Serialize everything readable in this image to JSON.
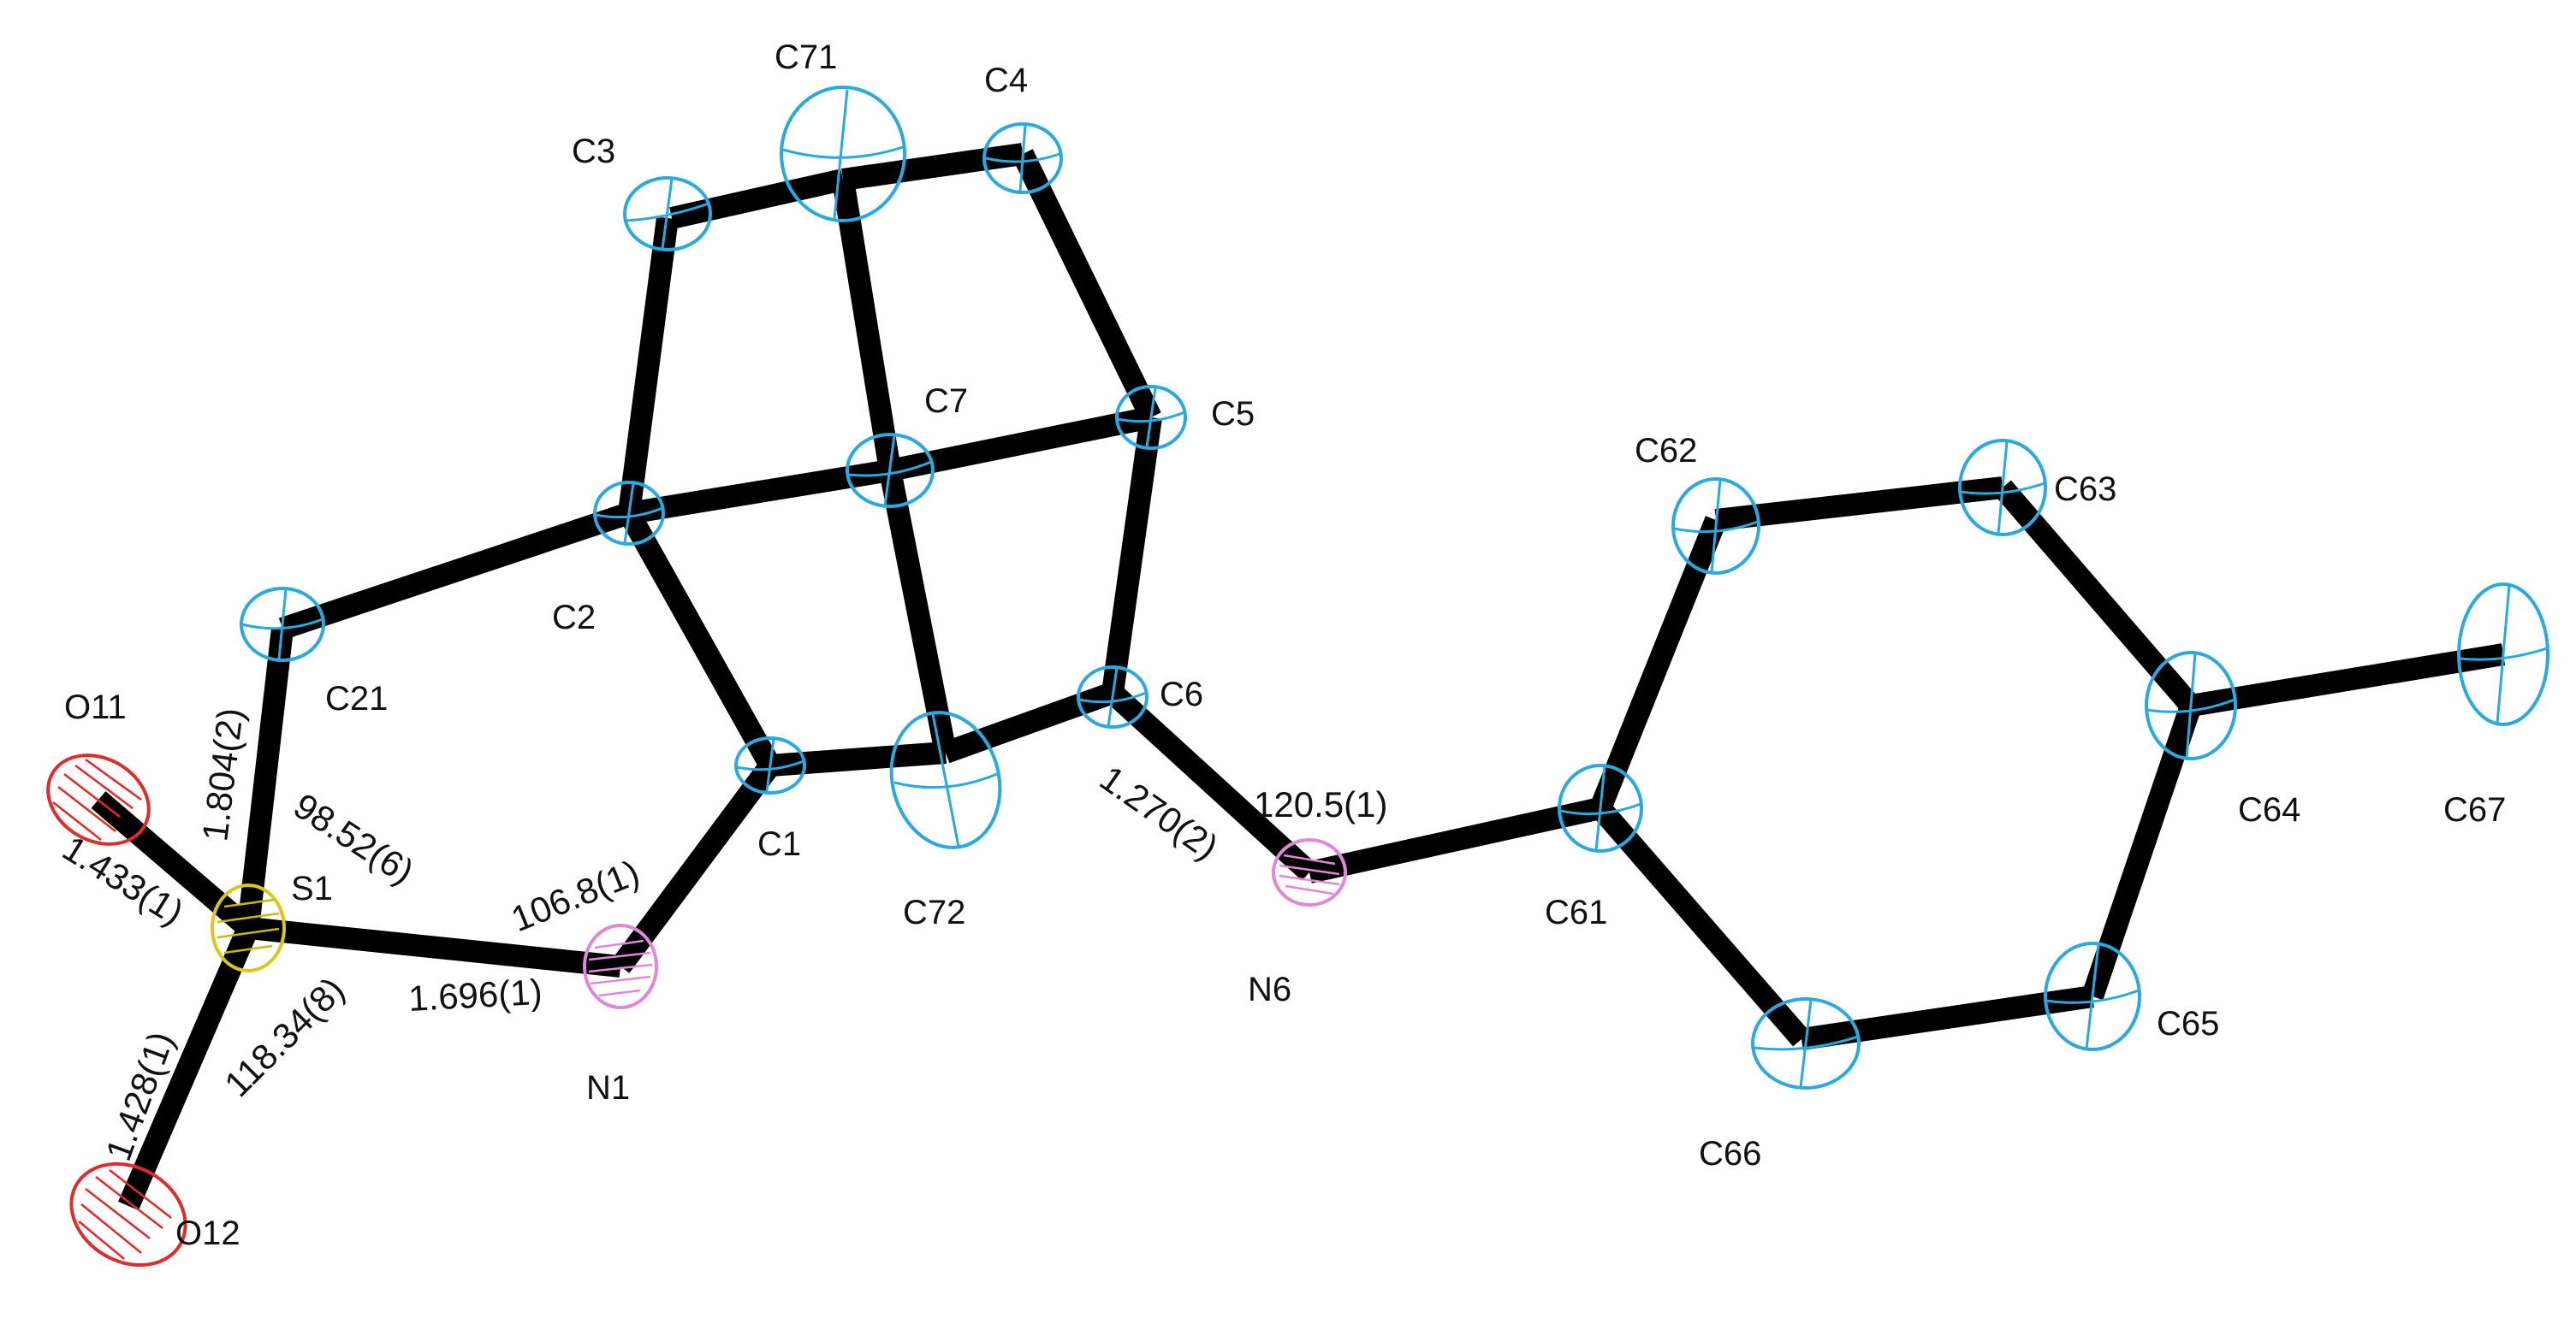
{
  "colors": {
    "carbon": "#2aa9e0",
    "nitrogen": "#e088d8",
    "oxygen": "#e02b2b",
    "sulfur": "#e6dc1f",
    "sulfur_fill": "#ffff55",
    "bond": "#000000"
  },
  "atoms": {
    "C71": "C71",
    "C4": "C4",
    "C3": "C3",
    "C7": "C7",
    "C5": "C5",
    "C2": "C2",
    "C21": "C21",
    "C1": "C1",
    "C72": "C72",
    "C6": "C6",
    "C62": "C62",
    "C63": "C63",
    "C64": "C64",
    "C67": "C67",
    "C61": "C61",
    "C65": "C65",
    "C66": "C66",
    "N6": "N6",
    "N1": "N1",
    "S1": "S1",
    "O11": "O11",
    "O12": "O12"
  },
  "measurements": {
    "bond_C21_S1": "1.804(2)",
    "angle_C21_S1_N1": "98.52(6)",
    "bond_S1_O11": "1.433(1)",
    "bond_S1_O12": "1.428(1)",
    "angle_O12_S1_N1": "118.34(8)",
    "bond_S1_N1": "1.696(1)",
    "angle_S1_N1_C1": "106.8(1)",
    "bond_C6_N6": "1.270(2)",
    "angle_C6_N6_C61": "120.5(1)"
  }
}
